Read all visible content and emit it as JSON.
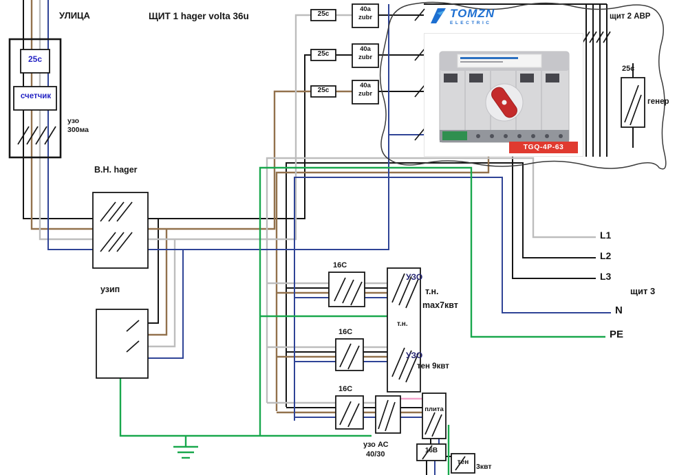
{
  "header": {
    "street": "УЛИЦА",
    "title": "ЩИТ 1 hager volta 36u"
  },
  "meter_panel": {
    "breaker": "25c",
    "meter": "счетчик",
    "rcd_line1": "узо",
    "rcd_line2": "300ма"
  },
  "main_switch": {
    "label": "В.Н. hager"
  },
  "surge": {
    "label": "узип"
  },
  "fuses": [
    {
      "fuse": "25c",
      "breaker_line1": "40a",
      "breaker_line2": "zubr"
    },
    {
      "fuse": "25c",
      "breaker_line1": "40a",
      "breaker_line2": "zubr"
    },
    {
      "fuse": "25c",
      "breaker_line1": "40a",
      "breaker_line2": "zubr"
    }
  ],
  "ats": {
    "brand": "TOMZN",
    "brand_sub": "ELECTRIC",
    "model": "TGQ-4P-63",
    "panel_label": "щит 2 АВР",
    "gen_breaker": "25c",
    "gen_label": "генер"
  },
  "outputs": {
    "l1": "L1",
    "l2": "L2",
    "l3": "L3",
    "panel3": "щит 3",
    "n": "N",
    "pe": "PE"
  },
  "branches": {
    "breaker1": "16C",
    "breaker2": "16C",
    "breaker3": "16C",
    "uzo1": "УЗО",
    "uzo2": "УЗО",
    "tn_tag": "т.н.",
    "load1_line1": "т.н.",
    "load1_line2": "max7квт",
    "load2": "тен 9квт",
    "load3": "плита",
    "uzo_ac_line1": "узо АС",
    "uzo_ac_line2": "40/30",
    "sub_breaker": "16В",
    "load4": "тен",
    "load4_power": "3квт"
  },
  "colors": {
    "wire_black": "#141414",
    "wire_brown": "#92714c",
    "wire_gray": "#bdbdbd",
    "wire_blue": "#2e4396",
    "wire_green": "#18a74c",
    "wire_pink": "#f2a3cc",
    "text_blue": "#2424c4",
    "text_navy": "#232370",
    "model_red": "#e03a2f",
    "brand_blue": "#1d6fd1"
  }
}
